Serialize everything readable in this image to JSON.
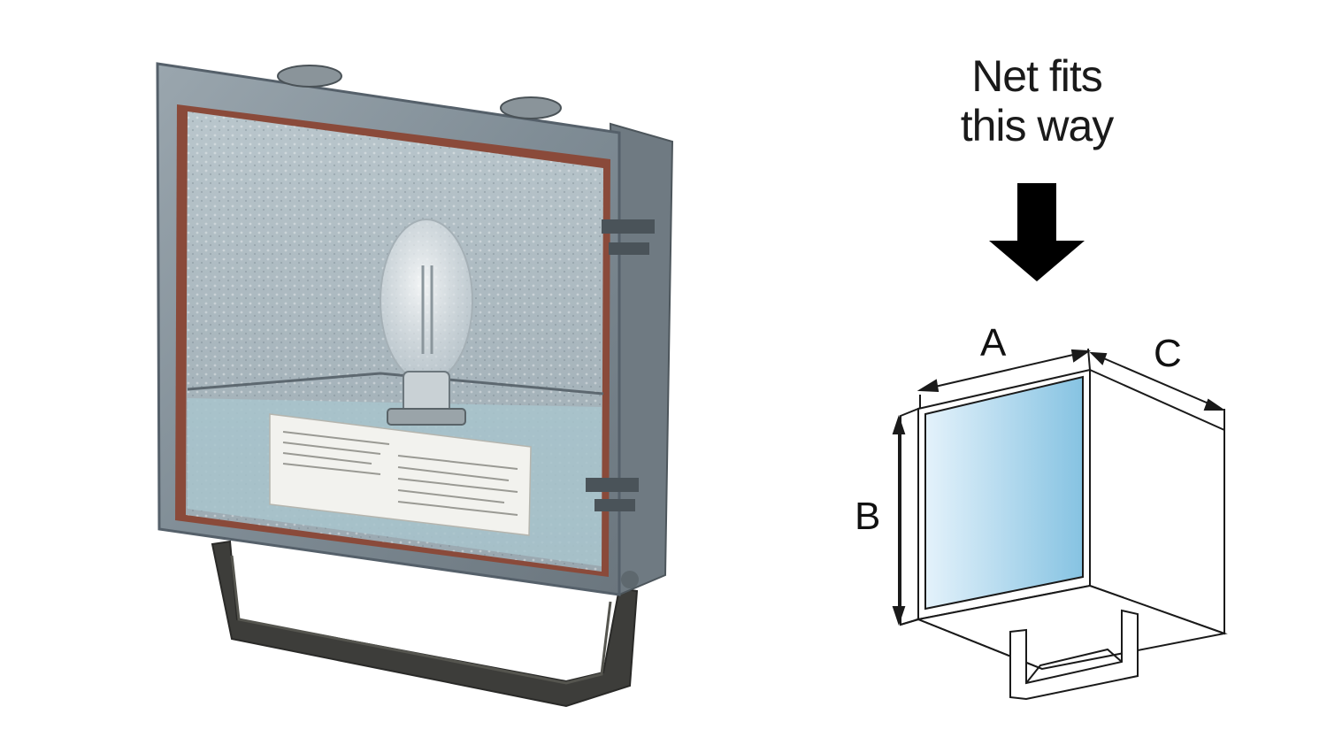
{
  "caption": {
    "line1": "Net fits",
    "line2": "this way"
  },
  "dimensions": {
    "a": "A",
    "b": "B",
    "c": "C"
  },
  "colors": {
    "glass_light": "#e4f2fb",
    "glass_dark": "#86c3e2",
    "housing": "#8d9aa3",
    "bracket": "#3d3d3a",
    "arrow": "#000000"
  },
  "icons": {
    "arrow": "arrow-down-icon"
  }
}
